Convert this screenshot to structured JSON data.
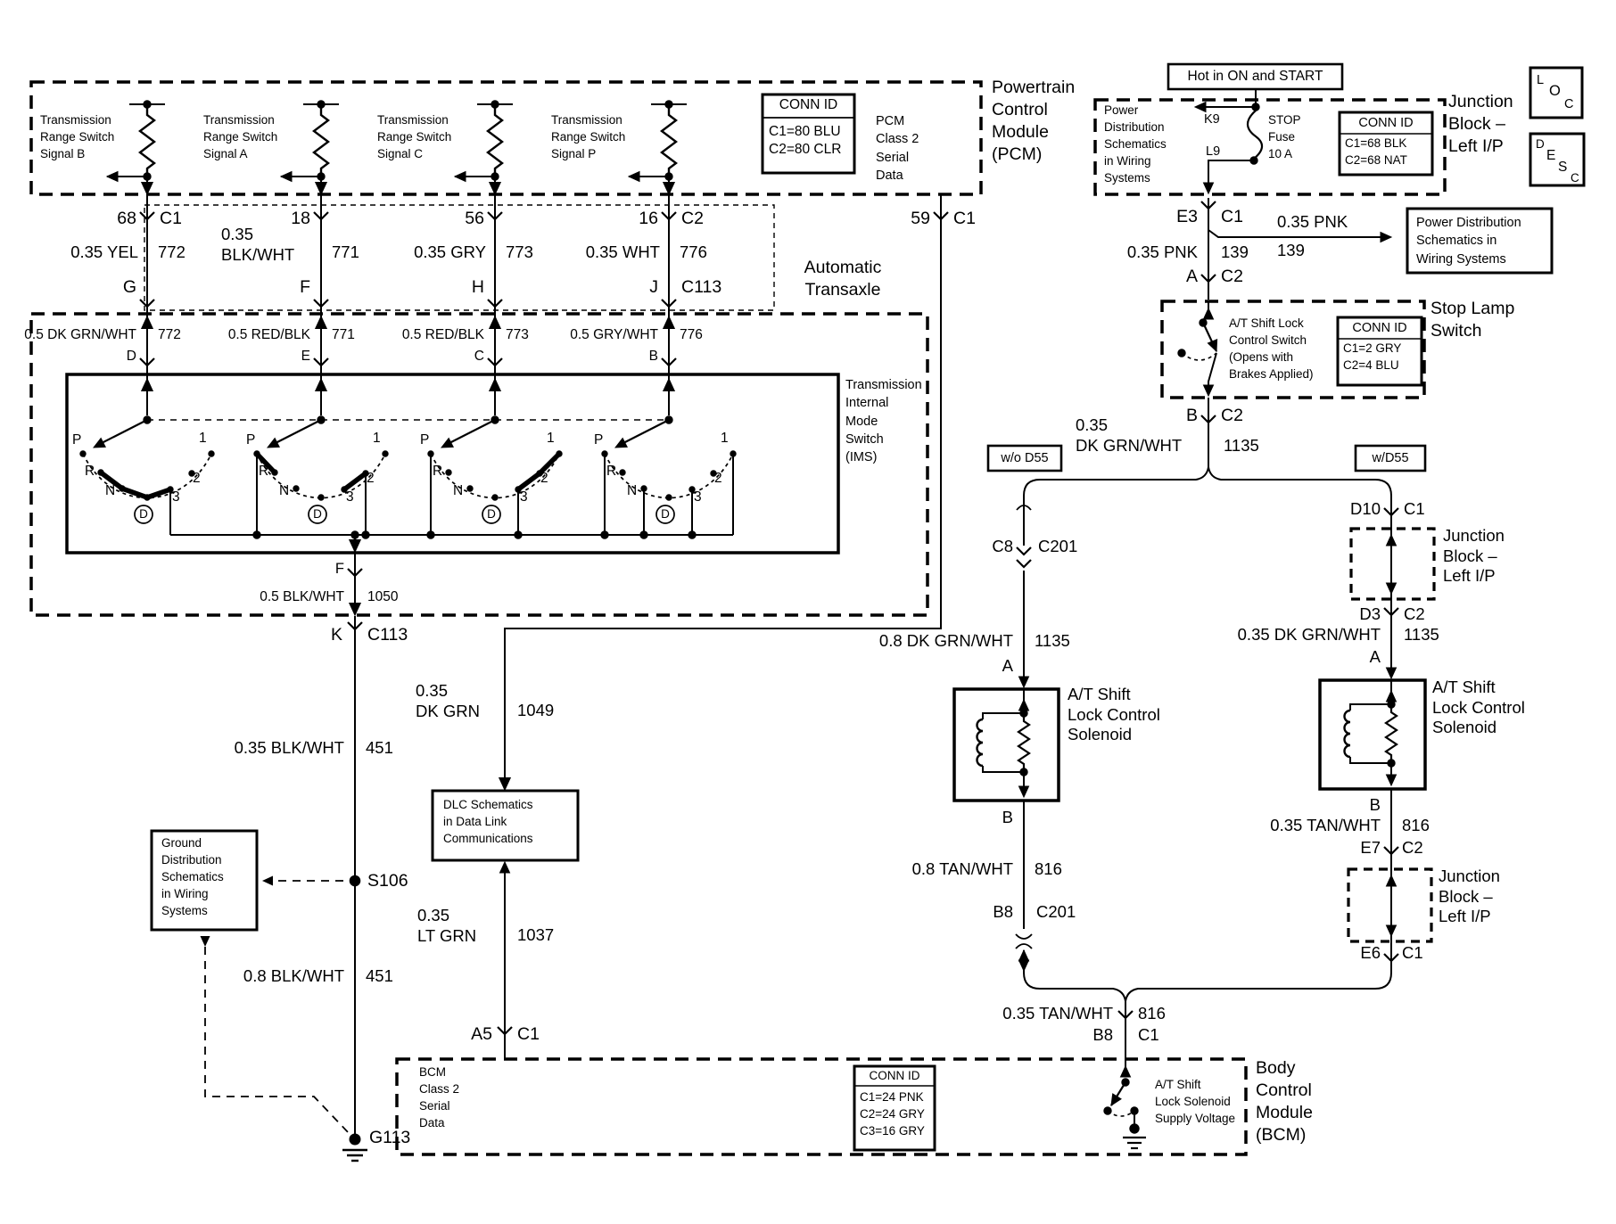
{
  "colors": {
    "ink": "#000000",
    "background": "#ffffff"
  },
  "pcm": {
    "module_label": "Powertrain\nControl\nModule\n(PCM)",
    "conn_id": {
      "header": "CONN ID",
      "rows": "C1=80 BLU\nC2=80 CLR"
    },
    "class2": "PCM\nClass 2\nSerial\nData",
    "signals": [
      {
        "label": "Transmission\nRange Switch\nSignal B",
        "pin": "68",
        "conn": "C1",
        "gauge": "0.35 YEL",
        "circuit": "772",
        "terminal": "G"
      },
      {
        "label": "Transmission\nRange Switch\nSignal A",
        "pin": "18",
        "gauge": "0.35\nBLK/WHT",
        "circuit": "771",
        "terminal": "F"
      },
      {
        "label": "Transmission\nRange Switch\nSignal C",
        "pin": "56",
        "gauge": "0.35 GRY",
        "circuit": "773",
        "terminal": "H"
      },
      {
        "label": "Transmission\nRange Switch\nSignal P",
        "pin": "16",
        "conn": "C2",
        "gauge": "0.35 WHT",
        "circuit": "776",
        "terminal": "J"
      }
    ],
    "serial": {
      "pin": "59",
      "conn": "C1"
    },
    "c113": "C113"
  },
  "transaxle": {
    "label": "Automatic\nTransaxle",
    "wires": [
      {
        "gauge": "0.5 DK GRN/WHT",
        "circuit": "772",
        "terminal": "D"
      },
      {
        "gauge": "0.5 RED/BLK",
        "circuit": "771",
        "terminal": "E"
      },
      {
        "gauge": "0.5 RED/BLK",
        "circuit": "773",
        "terminal": "C"
      },
      {
        "gauge": "0.5 GRY/WHT",
        "circuit": "776",
        "terminal": "B"
      }
    ],
    "ims_label": "Transmission\nInternal\nMode\nSwitch\n(IMS)",
    "positions": [
      "P",
      "R",
      "N",
      "D",
      "3",
      "2",
      "1"
    ],
    "output": {
      "terminal": "F",
      "gauge": "0.5 BLK/WHT",
      "circuit": "1050",
      "pin": "K",
      "conn": "C113"
    }
  },
  "ground": {
    "box": "Ground\nDistribution\nSchematics\nin Wiring\nSystems",
    "splice": "S106",
    "wire1": {
      "gauge": "0.35 BLK/WHT",
      "circuit": "451"
    },
    "wire2": {
      "gauge": "0.8 BLK/WHT",
      "circuit": "451"
    },
    "ground_id": "G113"
  },
  "dlc": {
    "box": "DLC Schematics\nin Data Link\nCommunications",
    "wire_in": {
      "gauge": "0.35\nDK GRN",
      "circuit": "1049"
    },
    "wire_out": {
      "gauge": "0.35\nLT GRN",
      "circuit": "1037"
    },
    "pin": "A5",
    "conn": "C1"
  },
  "power": {
    "hot": "Hot in ON and START",
    "fuse_box_ref": "Power\nDistribution\nSchematics\nin Wiring\nSystems",
    "k9": "K9",
    "l9": "L9",
    "fuse": "STOP\nFuse\n10 A",
    "conn_id": {
      "header": "CONN ID",
      "rows": "C1=68 BLK\nC2=68 NAT"
    },
    "jb_label": "Junction\nBlock –\nLeft I/P",
    "loc": [
      "L",
      "O",
      "C"
    ],
    "desc": [
      "D",
      "E",
      "S",
      "C"
    ],
    "e3": "E3",
    "c1": "C1",
    "pnk": {
      "gauge": "0.35 PNK",
      "circuit": "139"
    },
    "branch": {
      "gauge": "0.35 PNK",
      "circuit": "139"
    },
    "ref_box": "Power Distribution\nSchematics in\nWiring Systems",
    "a": "A",
    "c2": "C2"
  },
  "stoplamp": {
    "label": "Stop Lamp\nSwitch",
    "switch_label": "A/T Shift Lock\nControl Switch\n(Opens with\nBrakes Applied)",
    "conn_id": {
      "header": "CONN ID",
      "rows": "C1=2 GRY\nC2=4 BLU"
    },
    "out_pin": "B",
    "out_conn": "C2",
    "out_gauge": "0.35\nDK GRN/WHT",
    "out_circuit": "1135"
  },
  "branches": {
    "left_tag": "w/o D55",
    "right_tag": "w/D55",
    "left": {
      "c8": "C8",
      "c201": "C201",
      "wire1": {
        "gauge": "0.8 DK GRN/WHT",
        "circuit": "1135"
      },
      "a": "A",
      "solenoid": "A/T Shift\nLock Control\nSolenoid",
      "b": "B",
      "wire2": {
        "gauge": "0.8 TAN/WHT",
        "circuit": "816"
      },
      "pin2": "B8",
      "conn2": "C201"
    },
    "right": {
      "d10": "D10",
      "c1a": "C1",
      "jb1": "Junction\nBlock –\nLeft I/P",
      "d3": "D3",
      "c2a": "C2",
      "wire1": {
        "gauge": "0.35 DK GRN/WHT",
        "circuit": "1135"
      },
      "a": "A",
      "solenoid": "A/T Shift\nLock Control\nSolenoid",
      "b": "B",
      "wire2": {
        "gauge": "0.35 TAN/WHT",
        "circuit": "816"
      },
      "e7": "E7",
      "c2b": "C2",
      "jb2": "Junction\nBlock –\nLeft I/P",
      "e6": "E6",
      "c1b": "C1"
    },
    "merge": {
      "gauge": "0.35 TAN/WHT",
      "circuit": "816",
      "pin": "B8",
      "conn": "C1"
    }
  },
  "bcm": {
    "module_label": "Body\nControl\nModule\n(BCM)",
    "box_label": "BCM\nClass 2\nSerial\nData",
    "conn_id": {
      "header": "CONN ID",
      "rows": "C1=24 PNK\nC2=24 GRY\nC3=16 GRY"
    },
    "switch_label": "A/T Shift\nLock Solenoid\nSupply Voltage"
  }
}
